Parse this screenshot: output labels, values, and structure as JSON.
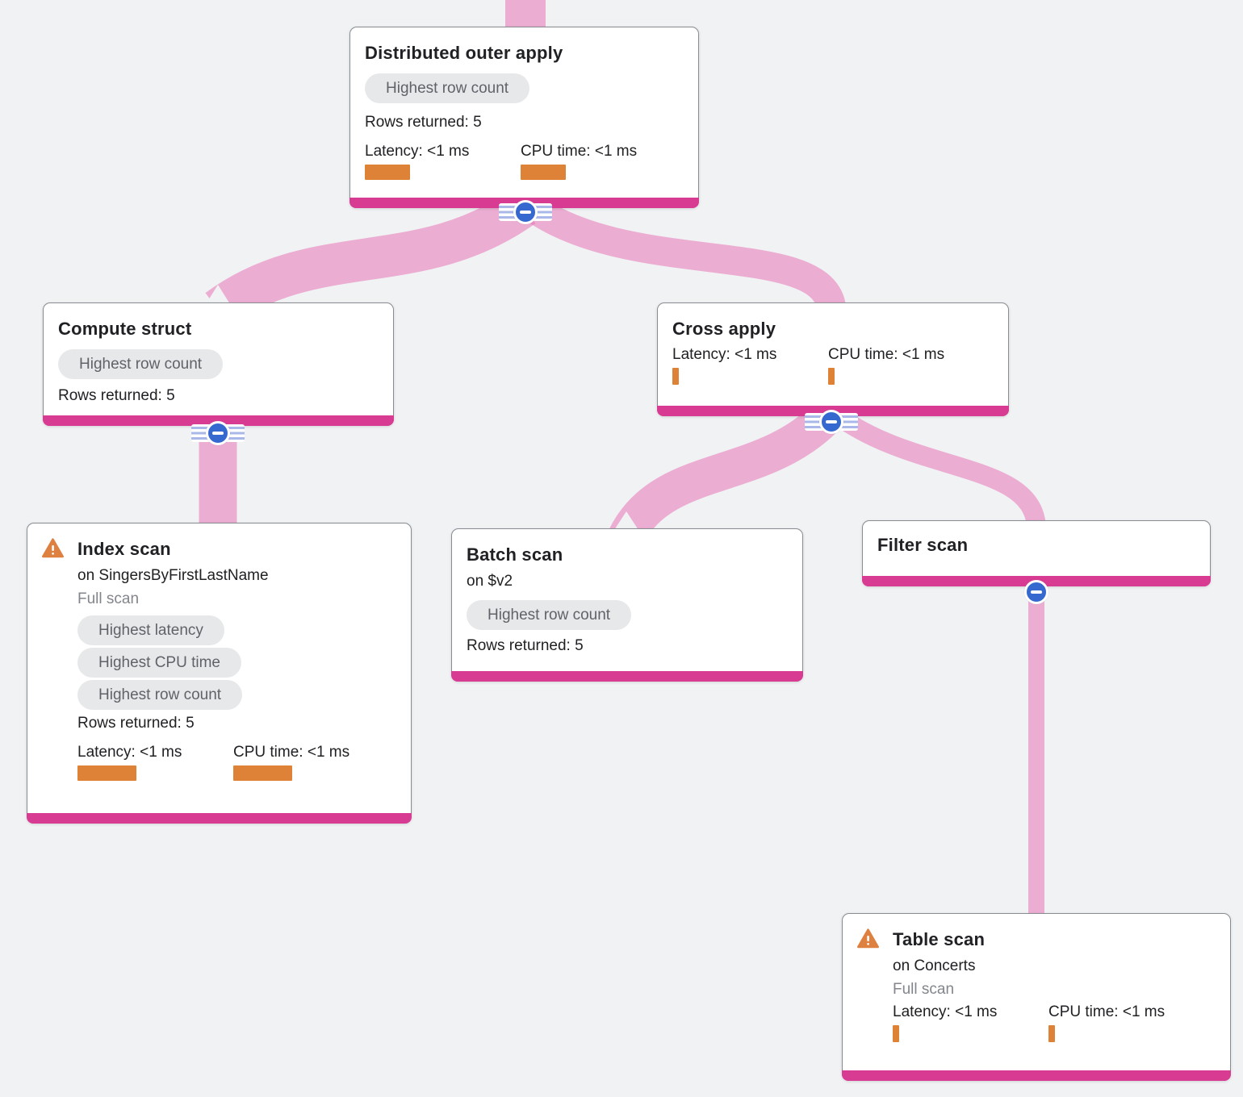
{
  "colors": {
    "background": "#f1f2f4",
    "node_accent_bar": "#d83b92",
    "edge_ribbon": "#ecadd2",
    "metric_bar_orange": "#dd8236",
    "collapse_button_blue": "#3569d0",
    "badge_background": "#e7e8ea",
    "badge_text": "#5f6368"
  },
  "nodes": {
    "distributed_outer_apply": {
      "title": "Distributed outer apply",
      "badges": [
        "Highest row count"
      ],
      "rows_returned": "Rows returned: 5",
      "latency_label": "Latency: <1 ms",
      "cpu_label": "CPU time: <1 ms",
      "latency_bar_width": 56,
      "cpu_bar_width": 56
    },
    "compute_struct": {
      "title": "Compute struct",
      "badges": [
        "Highest row count"
      ],
      "rows_returned": "Rows returned: 5"
    },
    "cross_apply": {
      "title": "Cross apply",
      "latency_label": "Latency: <1 ms",
      "cpu_label": "CPU time: <1 ms",
      "latency_bar_width": 8,
      "cpu_bar_width": 8
    },
    "index_scan": {
      "title": "Index scan",
      "on": "on SingersByFirstLastName",
      "scan_type": "Full scan",
      "badges": [
        "Highest latency",
        "Highest CPU time",
        "Highest row count"
      ],
      "rows_returned": "Rows returned: 5",
      "latency_label": "Latency: <1 ms",
      "cpu_label": "CPU time: <1 ms",
      "latency_bar_width": 73,
      "cpu_bar_width": 73
    },
    "batch_scan": {
      "title": "Batch scan",
      "on": "on $v2",
      "badges": [
        "Highest row count"
      ],
      "rows_returned": "Rows returned: 5"
    },
    "filter_scan": {
      "title": "Filter scan"
    },
    "table_scan": {
      "title": "Table scan",
      "on": "on Concerts",
      "scan_type": "Full scan",
      "latency_label": "Latency: <1 ms",
      "cpu_label": "CPU time: <1 ms",
      "latency_bar_width": 8,
      "cpu_bar_width": 8
    }
  }
}
